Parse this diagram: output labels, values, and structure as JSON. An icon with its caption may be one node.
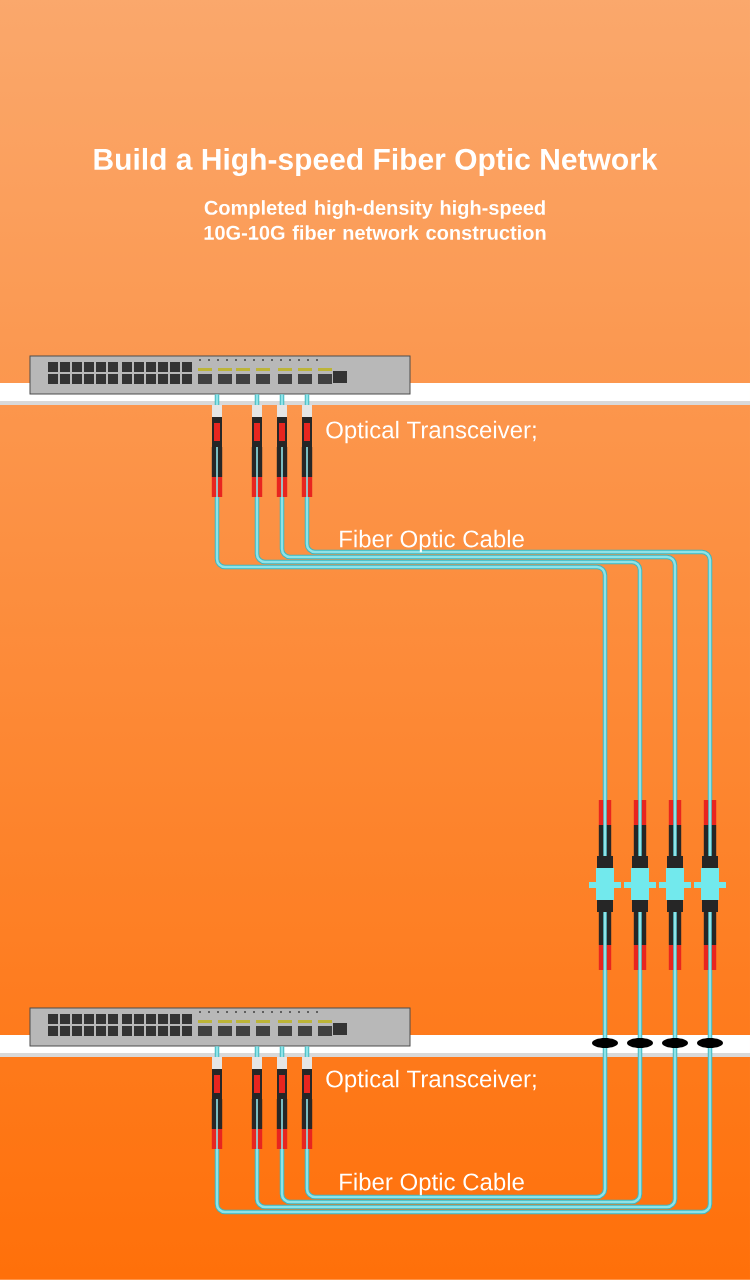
{
  "diagram": {
    "title": "Build a High-speed Fiber Optic Network",
    "nodes": [
      {
        "text": [],
        "shape": "picture"
      },
      {
        "text": [],
        "shape": "picture"
      }
    ],
    "edges": [
      {
        "from": 0,
        "to": 1,
        "arrow": "none"
      },
      {
        "from": 0,
        "to": 1,
        "arrow": "none"
      },
      {
        "from": 0,
        "to": 1,
        "arrow": "none"
      },
      {
        "from": 0,
        "to": 1,
        "arrow": "none"
      }
    ],
    "labels": [
      "Completed high-density high-speed 10G-10G fiber network construction",
      "Optical Transceiver;",
      "Fiber Optic Cable",
      "Optical Transceiver;",
      "Fiber Optic Cable"
    ]
  }
}
